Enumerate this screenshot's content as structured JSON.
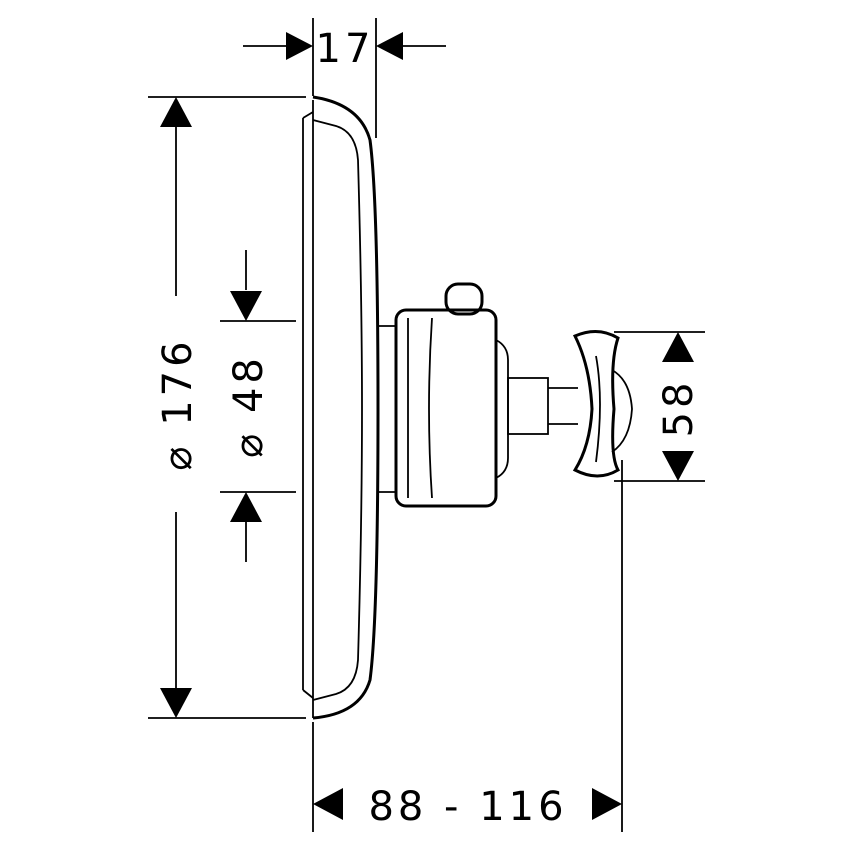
{
  "dimensions": {
    "depth_top": "17",
    "plate_diameter": "⌀ 176",
    "body_diameter": "⌀ 48",
    "handle_height": "58",
    "projection": "88 - 116"
  },
  "colors": {
    "line": "#000000",
    "background": "#ffffff"
  }
}
